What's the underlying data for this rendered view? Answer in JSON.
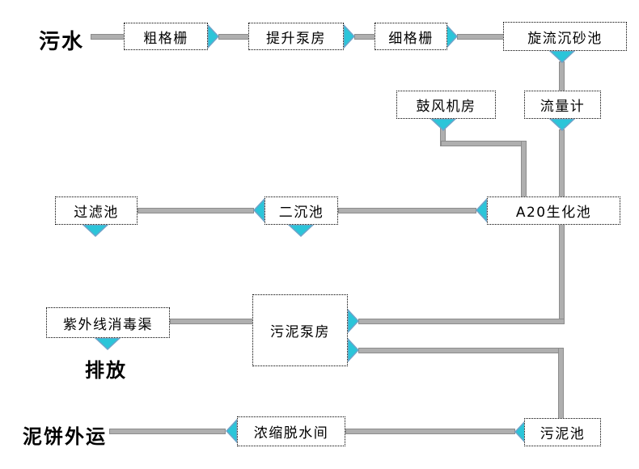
{
  "diagram": {
    "type": "process-flow",
    "language": "zh-CN",
    "colors": {
      "arrow_fill": "#2BC5D9",
      "arrow_stroke": "#6FA3C9",
      "pipe_fill": "#AFAFAF",
      "pipe_stroke": "#8C8C8C",
      "box_background": "#FFFFFF",
      "box_border": "#000000",
      "text": "#000000"
    },
    "endpoints": {
      "sewage_in": "污水",
      "discharge": "排放",
      "sludge_cake_out": "泥饼外运"
    },
    "nodes": {
      "coarse_screen": "粗格栅",
      "lift_pump_house": "提升泵房",
      "fine_screen": "细格栅",
      "vortex_grit_chamber": "旋流沉砂池",
      "blower_room": "鼓风机房",
      "flow_meter": "流量计",
      "filter_tank": "过滤池",
      "secondary_sedimentation_tank": "二沉池",
      "a2o_biochemical_tank": "A20生化池",
      "uv_disinfection_channel": "紫外线消毒渠",
      "sludge_pump_house": "污泥泵房",
      "thickening_dewatering_room": "浓缩脱水间",
      "sludge_tank": "污泥池"
    }
  }
}
